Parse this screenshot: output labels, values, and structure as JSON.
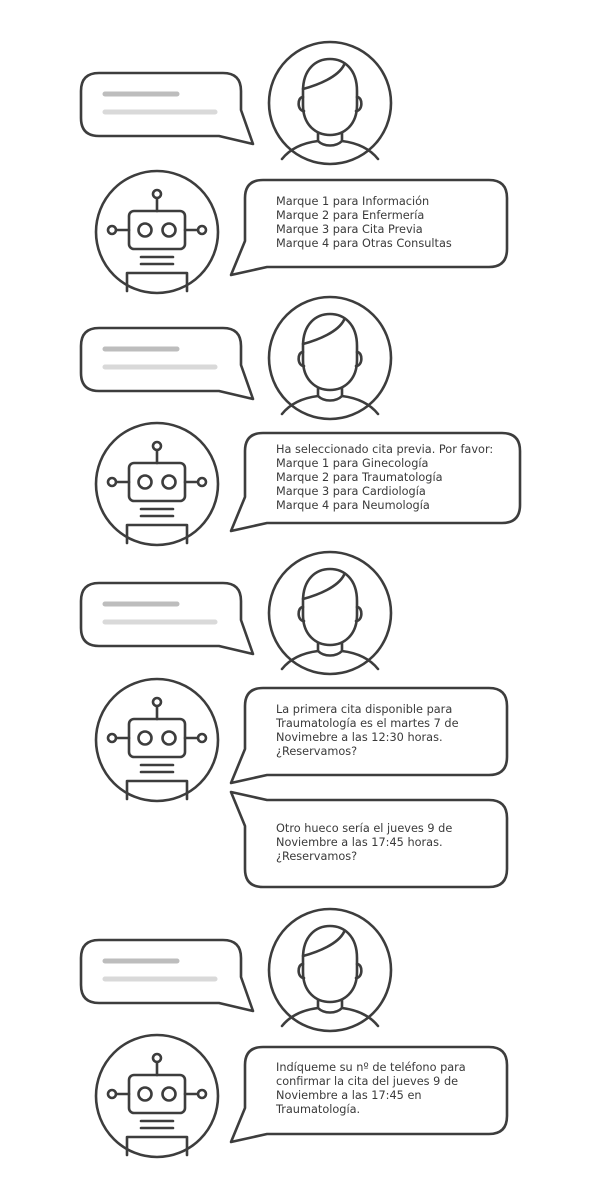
{
  "colors": {
    "line": "#3d3d3d",
    "placeholder_dark": "#bdbdbd",
    "placeholder_light": "#d9d9d9",
    "text": "#3a3a3a",
    "background": "#ffffff"
  },
  "icons": {
    "user": "user-avatar-icon",
    "bot": "robot-avatar-icon"
  },
  "conversation": [
    {
      "sender": "user",
      "placeholder": true
    },
    {
      "sender": "bot",
      "lines": [
        "Marque 1 para Información",
        "Marque 2 para Enfermería",
        "Marque 3 para Cita Previa",
        "Marque 4 para Otras Consultas"
      ]
    },
    {
      "sender": "user",
      "placeholder": true
    },
    {
      "sender": "bot",
      "lines": [
        "Ha seleccionado cita previa. Por favor:",
        "Marque 1 para Ginecología",
        "Marque 2 para Traumatología",
        "Marque 3 para Cardiología",
        "Marque 4 para Neumología"
      ]
    },
    {
      "sender": "user",
      "placeholder": true
    },
    {
      "sender": "bot",
      "lines": [
        "La primera cita disponible para",
        "Traumatología es el martes 7 de",
        "Novimebre a las 12:30 horas.",
        "¿Reservamos?"
      ]
    },
    {
      "sender": "bot",
      "lines": [
        "Otro hueco sería el jueves 9 de",
        "Noviembre a las 17:45 horas.",
        "¿Reservamos?"
      ]
    },
    {
      "sender": "user",
      "placeholder": true
    },
    {
      "sender": "bot",
      "lines": [
        "Indíqueme su nº de teléfono para",
        "confirmar la cita del jueves 9 de",
        "Noviembre a las 17:45 en",
        "Traumatología."
      ]
    }
  ]
}
